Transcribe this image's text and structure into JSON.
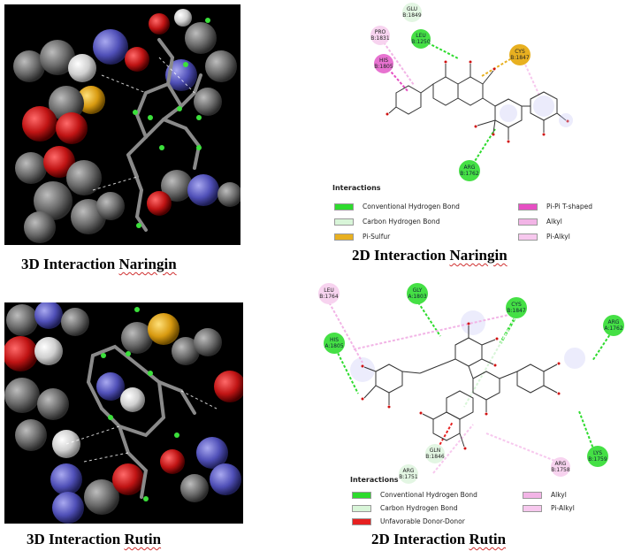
{
  "naringin": {
    "caption_3d_prefix": "3D Interaction ",
    "caption_3d_name": "Naringin",
    "caption_2d_prefix": "2D Interaction ",
    "caption_2d_name": "Naringin",
    "residues": {
      "glu1849": [
        "GLU",
        "B:1849"
      ],
      "pro1831": [
        "PRO",
        "B:1831"
      ],
      "leu1250": [
        "LEU",
        "B:1250"
      ],
      "his1805": [
        "HIS",
        "B:1805"
      ],
      "cys1847": [
        "CYS",
        "B:1847"
      ],
      "arg1762": [
        "ARG",
        "B:1762"
      ]
    },
    "legend_title": "Interactions",
    "legend": [
      {
        "label": "Conventional Hydrogen Bond",
        "color": "#2edb2e"
      },
      {
        "label": "Pi-Pi T-shaped",
        "color": "#e64fc3"
      },
      {
        "label": "Carbon Hydrogen Bond",
        "color": "#d8f5d8"
      },
      {
        "label": "Alkyl",
        "color": "#f2b4e6"
      },
      {
        "label": "Pi-Sulfur",
        "color": "#e8b020"
      },
      {
        "label": "Pi-Alkyl",
        "color": "#f7c8ee"
      }
    ]
  },
  "rutin": {
    "caption_3d_prefix": "3D Interaction ",
    "caption_3d_name": "Rutin",
    "caption_2d_prefix": "2D Interaction ",
    "caption_2d_name": "Rutin",
    "residues": {
      "leu1764": [
        "LEU",
        "B:1764"
      ],
      "gly1803": [
        "GLY",
        "A:1803"
      ],
      "cys1847": [
        "CYS",
        "B:1847"
      ],
      "arg1762": [
        "ARG",
        "A:1762"
      ],
      "his1805": [
        "HIS",
        "A:1805"
      ],
      "gln1846": [
        "GLN",
        "B:1846"
      ],
      "arg1751": [
        "ARG",
        "B:1751"
      ],
      "arg1758": [
        "ARG",
        "B:1758"
      ],
      "lys1759": [
        "LYS",
        "B:1759"
      ]
    },
    "legend_title": "Interactions",
    "legend": [
      {
        "label": "Conventional Hydrogen Bond",
        "color": "#2edb2e"
      },
      {
        "label": "Alkyl",
        "color": "#f2b4e6"
      },
      {
        "label": "Carbon Hydrogen Bond",
        "color": "#d8f5d8"
      },
      {
        "label": "Pi-Alkyl",
        "color": "#f7c8ee"
      },
      {
        "label": "Unfavorable Donor-Donor",
        "color": "#e62020"
      }
    ]
  }
}
